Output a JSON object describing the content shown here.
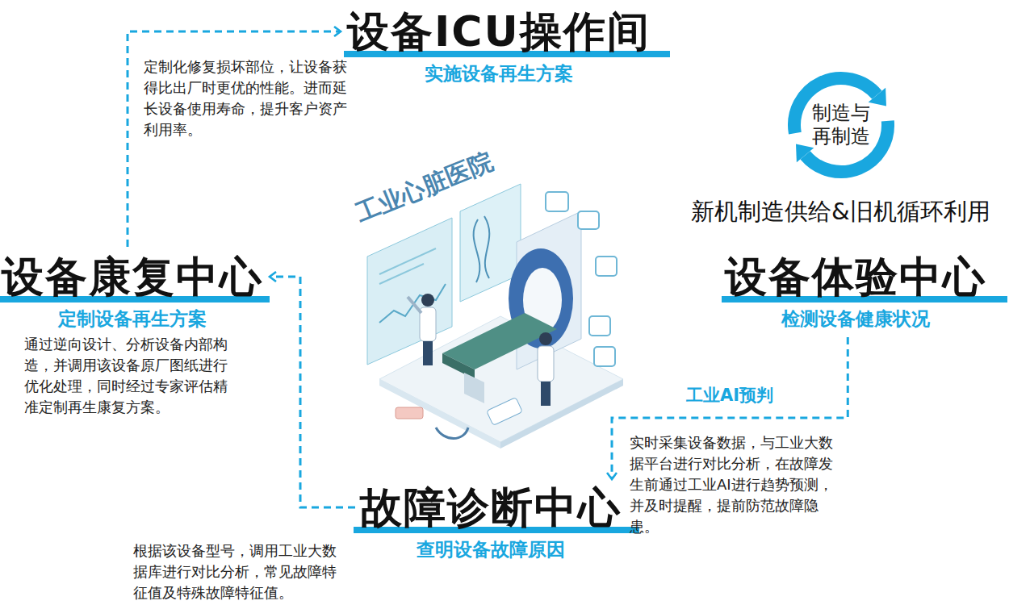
{
  "diagram": {
    "nodes": [
      {
        "text": [
          "设备ICU操作间",
          "实施设备再生方案"
        ]
      },
      {
        "text": [
          "制造与 再制造"
        ]
      },
      {
        "text": [
          "设备康复中心",
          "定制设备再生方案"
        ]
      },
      {
        "text": [
          "设备体验中心",
          "检测设备健康状况"
        ]
      },
      {
        "text": [
          "故障诊断中心",
          "查明设备故障原因"
        ]
      }
    ],
    "edges": [
      {
        "from": 3,
        "to": 4,
        "arrow": "to",
        "label": "工业AI预判"
      },
      {
        "from": 4,
        "to": 2,
        "arrow": "to"
      },
      {
        "from": 2,
        "to": 0,
        "arrow": "to"
      }
    ],
    "labels": [
      "定制化修复损坏部位，让设备获得比出厂时更优的性能。进而延长设备使用寿命，提升客户资产利用率。",
      "新机制造供给&旧机循环利用",
      "工业心脏医院",
      "通过逆向设计、分析设备内部构造，并调用该设备原厂图纸进行优化处理，同时经过专家评估精准定制再生康复方案。",
      "实时采集设备数据，与工业大数据平台进行对比分析，在故障发生前通过工业AI进行趋势预测，并及时提醒，提前防范故障隐患。",
      "根据该设备型号，调用工业大数据库进行对比分析，常见故障特征值及特殊故障特征值。"
    ]
  }
}
